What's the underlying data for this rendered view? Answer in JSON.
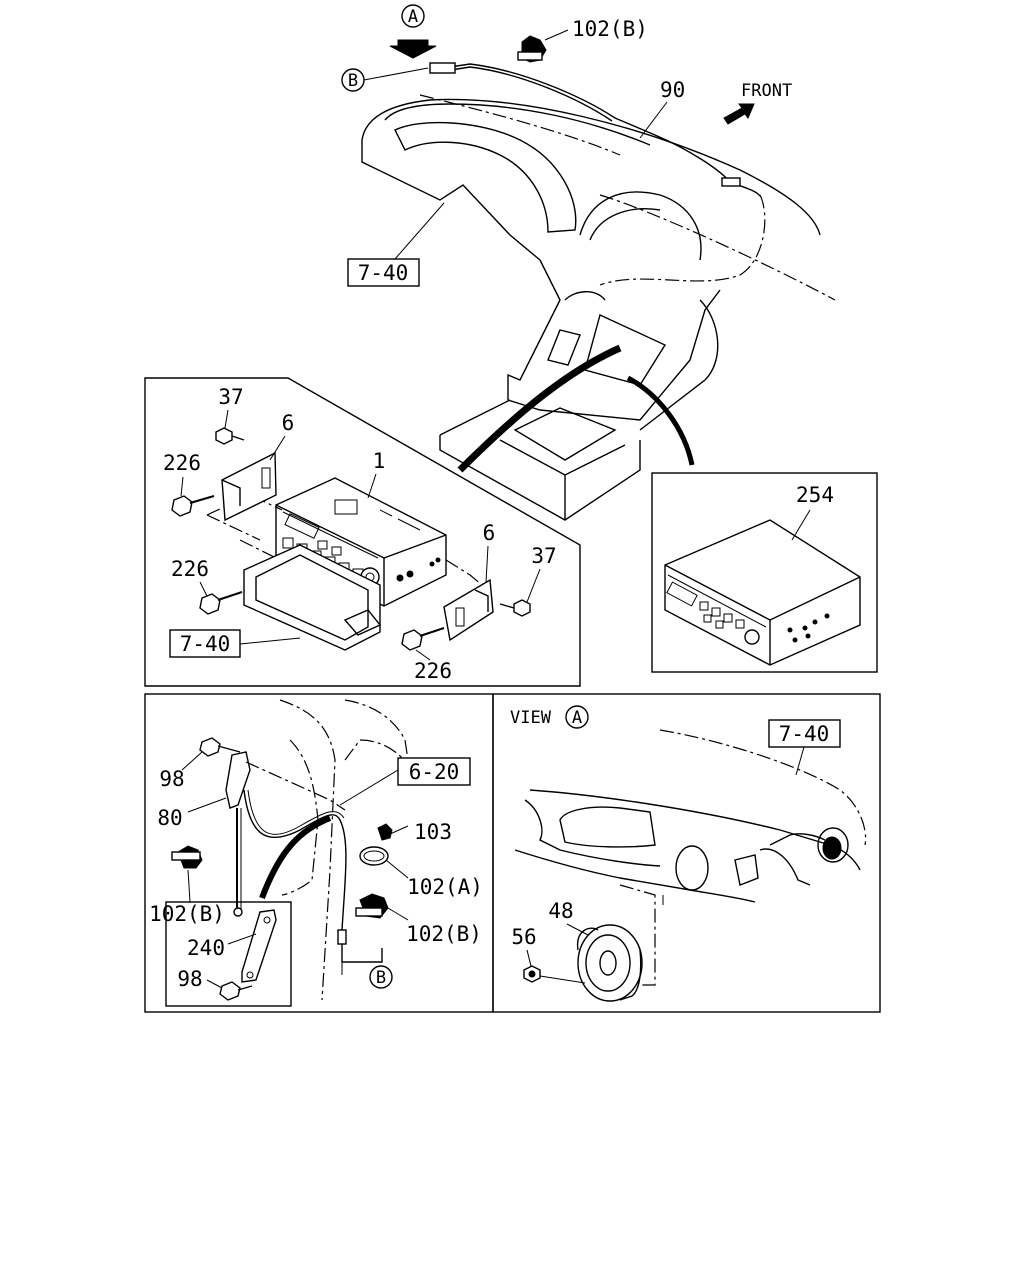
{
  "callouts": {
    "view_a_marker": "A",
    "clip_top": "102(B)",
    "conn_b_top": "B",
    "antenna_cable": "90",
    "front_label": "FRONT",
    "dash_ref_top": "7-40",
    "bolt_37_left": "37",
    "bracket_6_left": "6",
    "bolt_226_left_upper": "226",
    "radio_unit": "1",
    "bolt_226_left_lower": "226",
    "bracket_6_right": "6",
    "bolt_37_right": "37",
    "pocket_ref": "7-40",
    "bolt_226_right": "226",
    "radio_alt": "254",
    "screw_98_upper": "98",
    "harness_ref": "6-20",
    "antenna_rod": "80",
    "clip_103": "103",
    "clip_102a": "102(A)",
    "clip_102b_left": "102(B)",
    "clip_102b_right": "102(B)",
    "pole_240": "240",
    "screw_98_lower": "98",
    "conn_b_bottom": "B",
    "view_label": "VIEW",
    "view_marker": "A",
    "dash_ref_view": "7-40",
    "speaker": "48",
    "nut_56": "56"
  }
}
